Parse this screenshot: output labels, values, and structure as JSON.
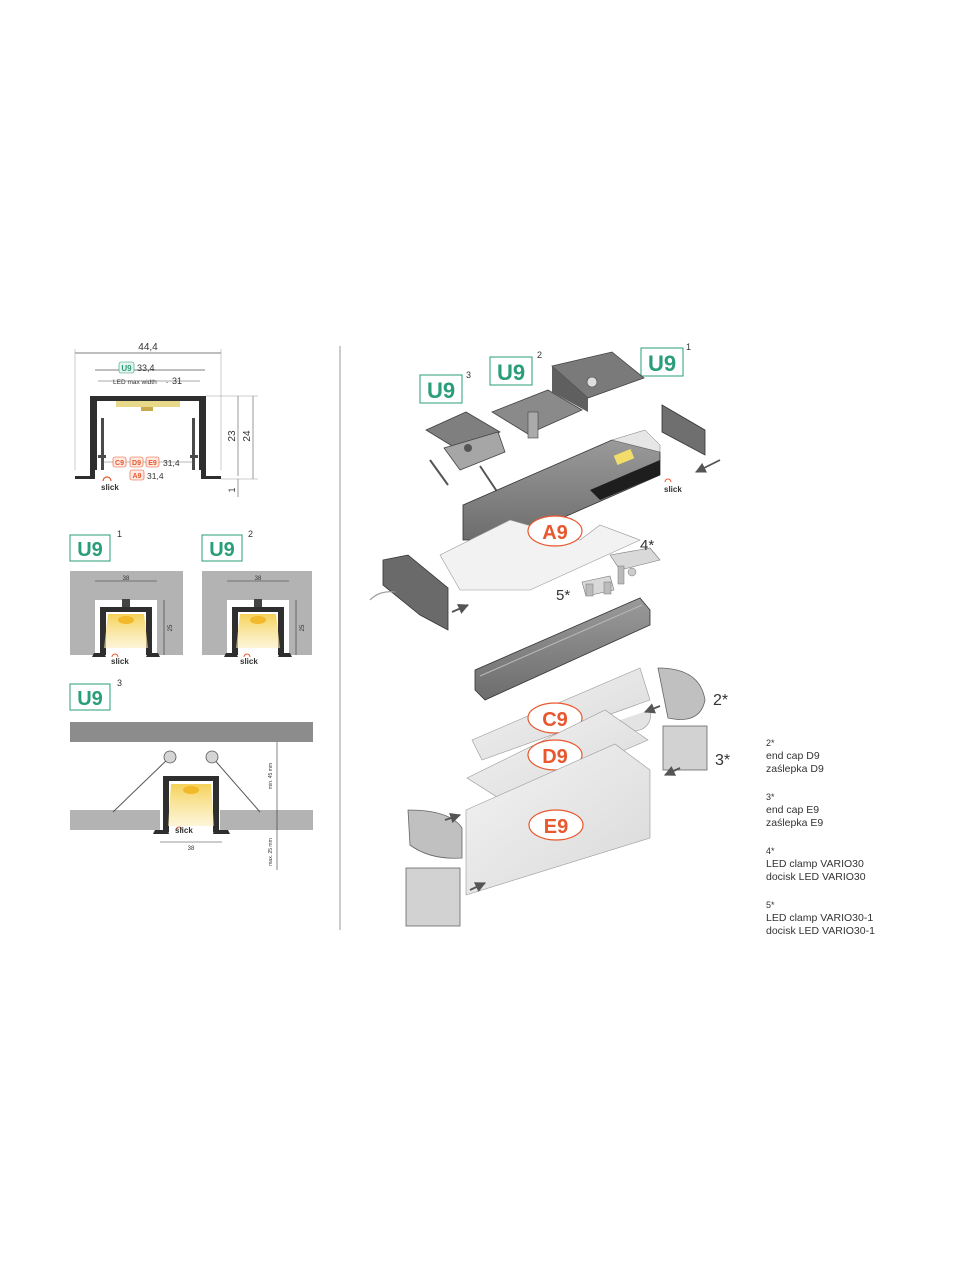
{
  "cross_section": {
    "overall_width": "44,4",
    "u9_label": "U9",
    "u9_width": "33,4",
    "led_max_width_label": "LED max width",
    "led_max_width": "31",
    "height_inner": "23",
    "height_outer": "24",
    "flange": "1",
    "covers": [
      "C9",
      "D9",
      "E9"
    ],
    "covers_width": "31,4",
    "a9_label": "A9",
    "a9_width": "31,4",
    "slick_label": "slick"
  },
  "variants": [
    {
      "label": "U9",
      "sup": "1",
      "dim_w": "38",
      "dim_h": "25",
      "slick": "slick"
    },
    {
      "label": "U9",
      "sup": "2",
      "dim_w": "38",
      "dim_h": "25",
      "slick": "slick"
    },
    {
      "label": "U9",
      "sup": "3",
      "dim_w": "38",
      "dim_min": "min. 45 mm",
      "dim_max": "max. 25 mm",
      "slick": "slick"
    }
  ],
  "exploded": {
    "tags": [
      {
        "label": "U9",
        "sup": "3"
      },
      {
        "label": "U9",
        "sup": "2"
      },
      {
        "label": "U9",
        "sup": "1"
      }
    ],
    "a9": "A9",
    "c9": "C9",
    "d9": "D9",
    "e9": "E9",
    "callouts": [
      "4*",
      "5*",
      "2*",
      "3*"
    ],
    "slick": "slick"
  },
  "legend": [
    {
      "num": "2*",
      "en": "end cap D9",
      "pl": "zaślepka D9"
    },
    {
      "num": "3*",
      "en": "end cap E9",
      "pl": "zaślepka E9"
    },
    {
      "num": "4*",
      "en": "LED clamp VARIO30",
      "pl": "docisk LED VARIO30"
    },
    {
      "num": "5*",
      "en": "LED clamp VARIO30-1",
      "pl": "docisk LED VARIO30-1"
    }
  ],
  "colors": {
    "u9_green": "#2a9d7a",
    "label_red": "#e8572e",
    "profile_dark": "#3a3a3a",
    "wall_grey": "#b3b3b3",
    "led_yellow": "#f3d36a"
  }
}
